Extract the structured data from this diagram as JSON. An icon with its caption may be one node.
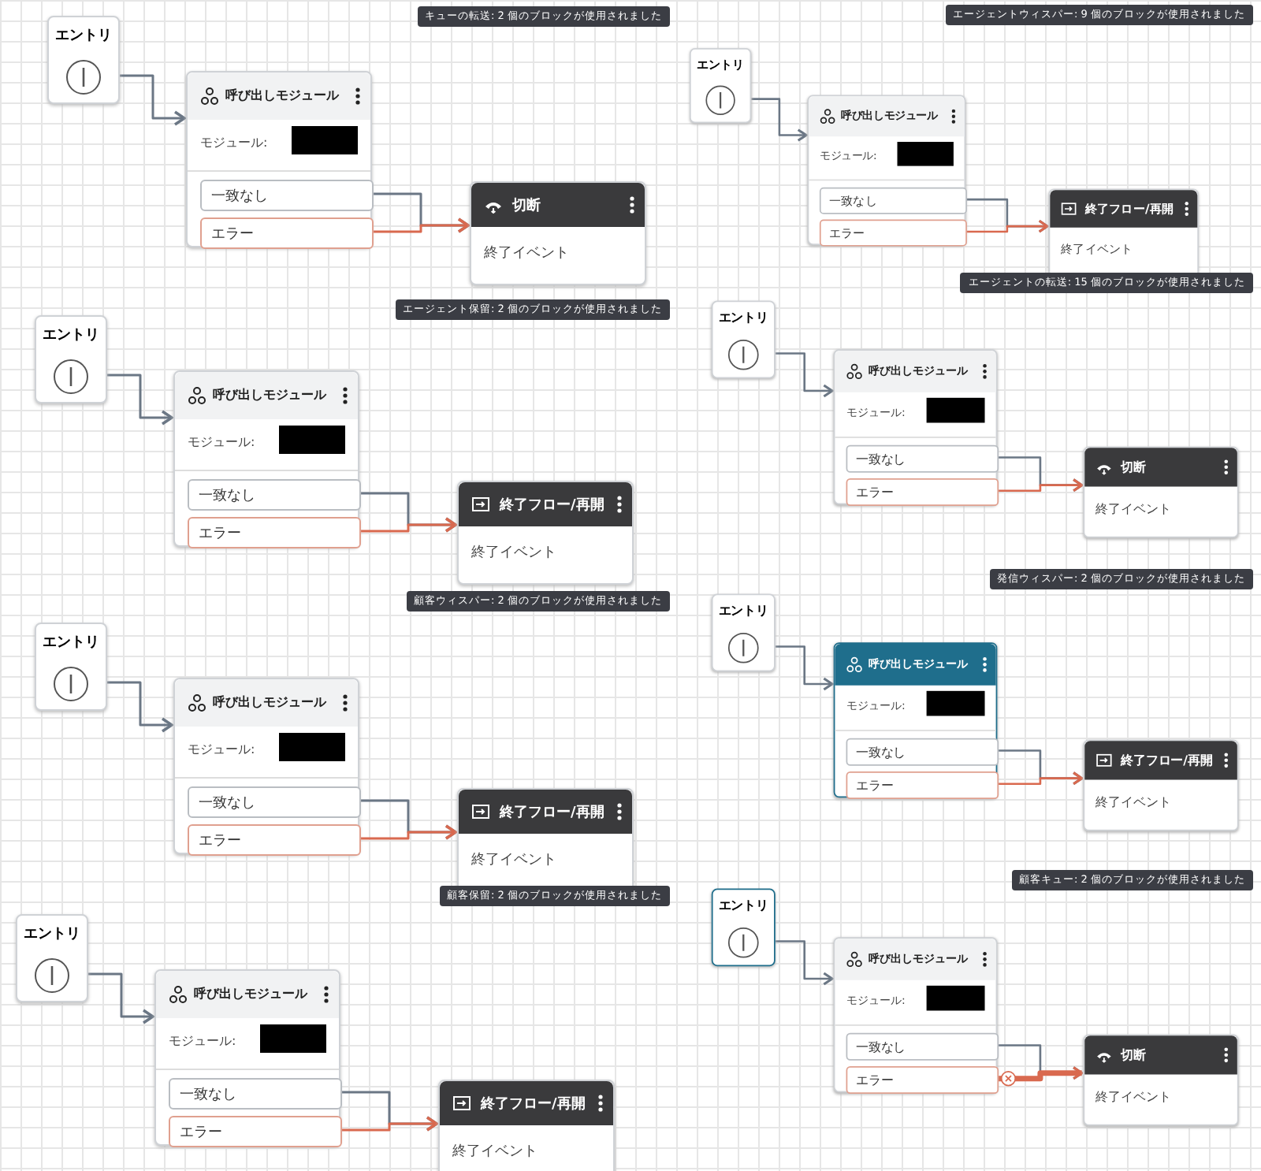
{
  "diagram": {
    "nodes": [
      {
        "text": [
          "エントリ"
        ]
      },
      {
        "text": [
          "呼び出しモジュール",
          "モジュール:"
        ]
      },
      {
        "text": [
          "一致なし"
        ],
        "in": 1
      },
      {
        "text": [
          "エラー"
        ],
        "in": 1
      },
      {
        "text": [
          "切断",
          "終了イベント"
        ]
      },
      {
        "text": [
          "エントリ"
        ]
      },
      {
        "text": [
          "呼び出しモジュール",
          "モジュール:"
        ]
      },
      {
        "text": [
          "一致なし"
        ],
        "in": 6
      },
      {
        "text": [
          "エラー"
        ],
        "in": 6
      },
      {
        "text": [
          "終了フロー/再開",
          "終了イベント"
        ]
      },
      {
        "text": [
          "エントリ"
        ]
      },
      {
        "text": [
          "呼び出しモジュール",
          "モジュール:"
        ]
      },
      {
        "text": [
          "一致なし"
        ],
        "in": 11
      },
      {
        "text": [
          "エラー"
        ],
        "in": 11
      },
      {
        "text": [
          "終了フロー/再開",
          "終了イベント"
        ]
      },
      {
        "text": [
          "エントリ"
        ]
      },
      {
        "text": [
          "呼び出しモジュール",
          "モジュール:"
        ]
      },
      {
        "text": [
          "一致なし"
        ],
        "in": 16
      },
      {
        "text": [
          "エラー"
        ],
        "in": 16
      },
      {
        "text": [
          "切断",
          "終了イベント"
        ]
      },
      {
        "text": [
          "エントリ"
        ]
      },
      {
        "text": [
          "呼び出しモジュール",
          "モジュール:"
        ]
      },
      {
        "text": [
          "一致なし"
        ],
        "in": 21
      },
      {
        "text": [
          "エラー"
        ],
        "in": 21
      },
      {
        "text": [
          "終了フロー/再開",
          "終了イベント"
        ]
      },
      {
        "text": [
          "エントリ"
        ]
      },
      {
        "text": [
          "呼び出しモジュール",
          "モジュール:"
        ]
      },
      {
        "text": [
          "一致なし"
        ],
        "in": 26
      },
      {
        "text": [
          "エラー"
        ],
        "in": 26
      },
      {
        "text": [
          "終了フロー/再開",
          "終了イベント"
        ]
      },
      {
        "text": [
          "エントリ"
        ]
      },
      {
        "text": [
          "呼び出しモジュール",
          "モジュール:"
        ]
      },
      {
        "text": [
          "一致なし"
        ],
        "in": 31
      },
      {
        "text": [
          "エラー"
        ],
        "in": 31
      },
      {
        "text": [
          "終了フロー/再開",
          "終了イベント"
        ]
      },
      {
        "text": [
          "エントリ"
        ]
      },
      {
        "text": [
          "呼び出しモジュール",
          "モジュール:"
        ]
      },
      {
        "text": [
          "一致なし"
        ],
        "in": 36
      },
      {
        "text": [
          "エラー"
        ],
        "in": 36
      },
      {
        "text": [
          "切断",
          "終了イベント"
        ]
      }
    ],
    "edges": [
      {
        "from": 0,
        "to": 1,
        "arrow": "to"
      },
      {
        "from": 2,
        "to": 4,
        "arrow": "to"
      },
      {
        "from": 3,
        "to": 4,
        "arrow": "to",
        "color": "#d9694f"
      },
      {
        "from": 5,
        "to": 6,
        "arrow": "to"
      },
      {
        "from": 7,
        "to": 9,
        "arrow": "to"
      },
      {
        "from": 8,
        "to": 9,
        "arrow": "to",
        "color": "#d9694f"
      },
      {
        "from": 10,
        "to": 11,
        "arrow": "to"
      },
      {
        "from": 12,
        "to": 14,
        "arrow": "to"
      },
      {
        "from": 13,
        "to": 14,
        "arrow": "to",
        "color": "#d9694f"
      },
      {
        "from": 15,
        "to": 16,
        "arrow": "to"
      },
      {
        "from": 17,
        "to": 19,
        "arrow": "to"
      },
      {
        "from": 18,
        "to": 19,
        "arrow": "to",
        "color": "#d9694f"
      },
      {
        "from": 20,
        "to": 21,
        "arrow": "to"
      },
      {
        "from": 22,
        "to": 24,
        "arrow": "to"
      },
      {
        "from": 23,
        "to": 24,
        "arrow": "to",
        "color": "#d9694f"
      },
      {
        "from": 25,
        "to": 26,
        "arrow": "to"
      },
      {
        "from": 27,
        "to": 29,
        "arrow": "to"
      },
      {
        "from": 28,
        "to": 29,
        "arrow": "to",
        "color": "#d9694f"
      },
      {
        "from": 30,
        "to": 31,
        "arrow": "to"
      },
      {
        "from": 32,
        "to": 34,
        "arrow": "to"
      },
      {
        "from": 33,
        "to": 34,
        "arrow": "to",
        "color": "#d9694f"
      },
      {
        "from": 35,
        "to": 36,
        "arrow": "to"
      },
      {
        "from": 37,
        "to": 39,
        "arrow": "to"
      },
      {
        "from": 38,
        "to": 39,
        "arrow": "to",
        "color": "#d9694f",
        "style": "thick"
      }
    ],
    "labels": [
      "キューの転送: 2 個のブロックが使用されました",
      "エージェントウィスパー: 9 個のブロックが使用されました",
      "エージェント保留: 2 個のブロックが使用されました",
      "エージェントの転送: 15 個のブロックが使用されました",
      "顧客ウィスパー: 2 個のブロックが使用されました",
      "発信ウィスパー: 2 個のブロックが使用されました",
      "顧客保留: 2 個のブロックが使用されました",
      "顧客キュー: 2 個のブロックが使用されました"
    ]
  }
}
